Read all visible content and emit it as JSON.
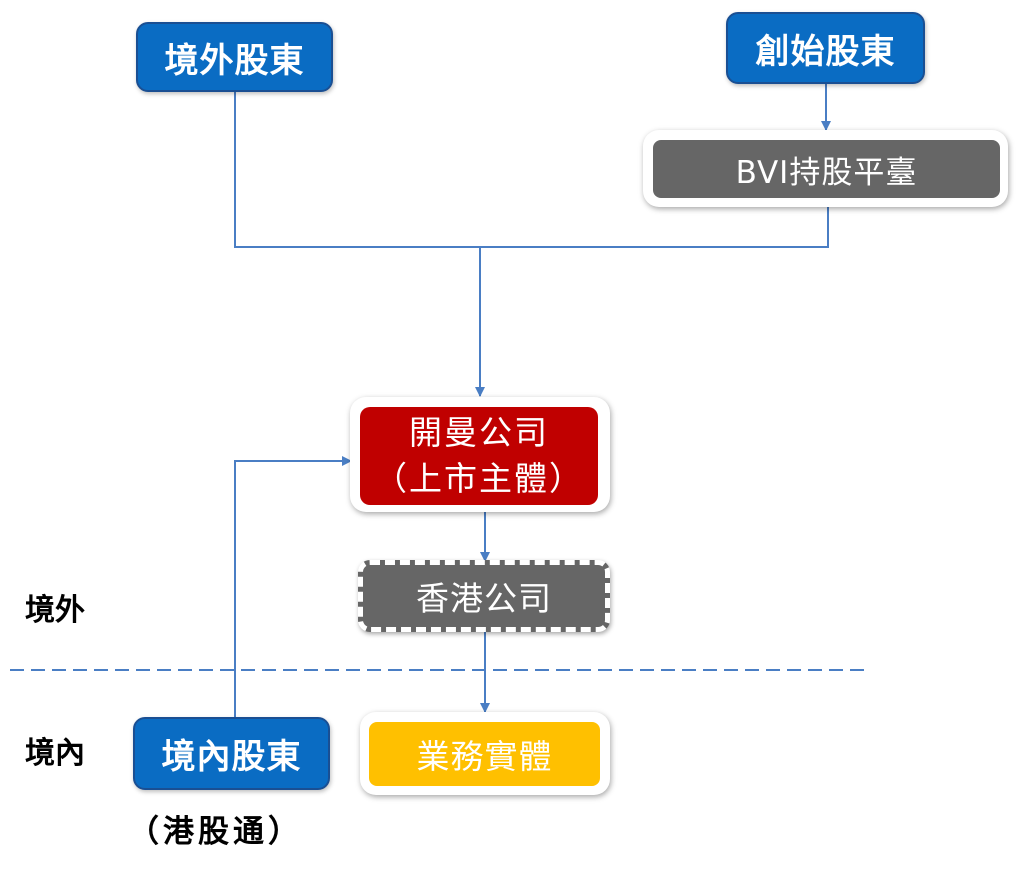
{
  "diagram": {
    "nodes": {
      "offshore_shareholders": "境外股東",
      "founder_shareholders": "創始股東",
      "bvi_holding_platform": "BVI持股平臺",
      "cayman_company_line1": "開曼公司",
      "cayman_company_line2": "（上市主體）",
      "hk_company": "香港公司",
      "domestic_shareholders": "境內股東",
      "operating_entity": "業務實體"
    },
    "labels": {
      "offshore_region": "境外",
      "onshore_region": "境內",
      "stock_connect_note": "（港股通）"
    },
    "edges": [
      {
        "from": "founder_shareholders",
        "to": "bvi_holding_platform"
      },
      {
        "from": "offshore_shareholders",
        "to": "cayman_company"
      },
      {
        "from": "bvi_holding_platform",
        "to": "cayman_company"
      },
      {
        "from": "domestic_shareholders",
        "to": "cayman_company"
      },
      {
        "from": "cayman_company",
        "to": "hk_company"
      },
      {
        "from": "hk_company",
        "to": "operating_entity"
      }
    ],
    "colors": {
      "shareholder_blue": "#0a6cc3",
      "listing_entity_red": "#c00000",
      "holding_gray": "#666666",
      "operating_yellow": "#ffc000",
      "connector_blue": "#4a7ec4"
    }
  }
}
